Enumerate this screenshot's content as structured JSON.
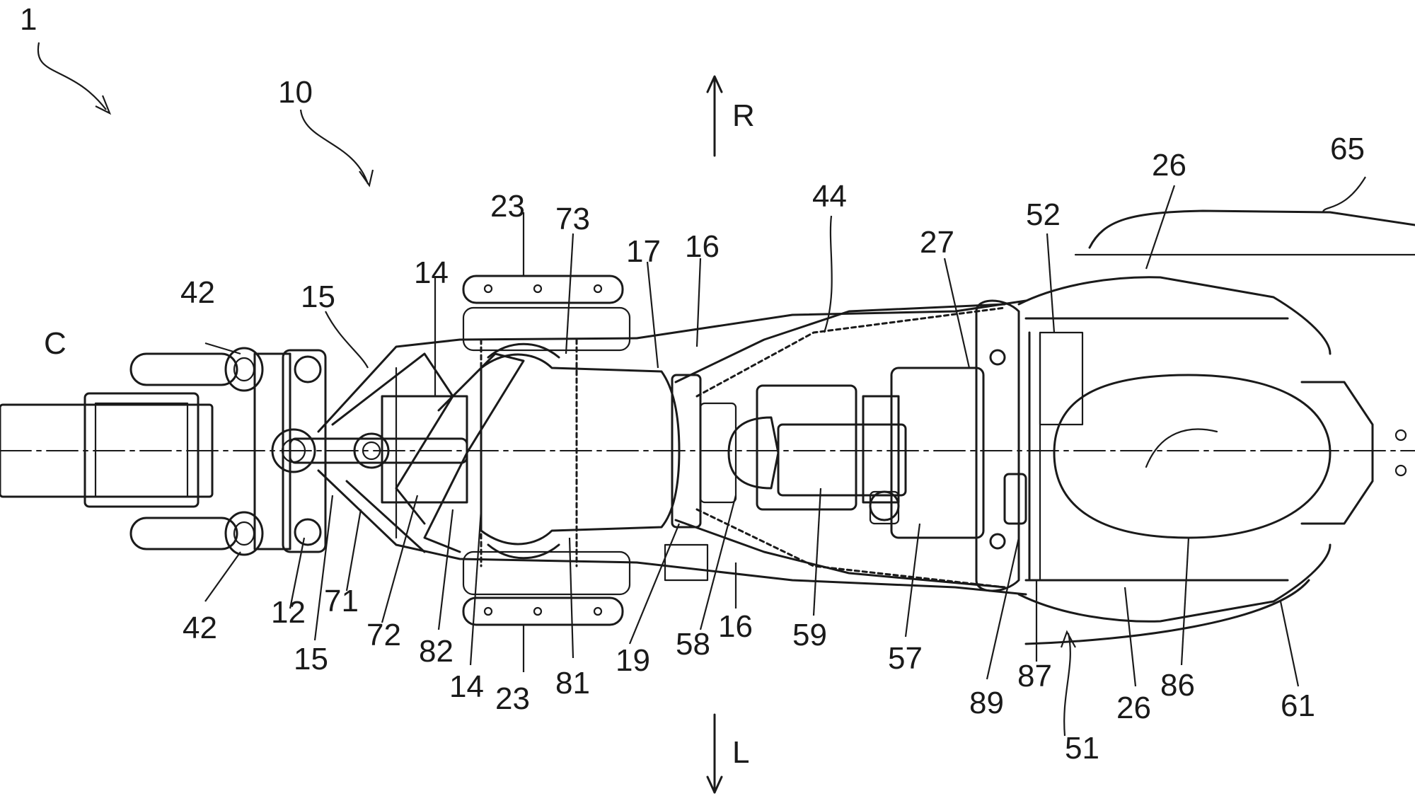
{
  "figure": {
    "labels": [
      {
        "id": "ref-1",
        "text": "1"
      },
      {
        "id": "ref-10",
        "text": "10"
      },
      {
        "id": "ref-C",
        "text": "C"
      },
      {
        "id": "ref-R",
        "text": "R"
      },
      {
        "id": "ref-L",
        "text": "L"
      },
      {
        "id": "ref-42a",
        "text": "42"
      },
      {
        "id": "ref-42b",
        "text": "42"
      },
      {
        "id": "ref-15a",
        "text": "15"
      },
      {
        "id": "ref-15b",
        "text": "15"
      },
      {
        "id": "ref-14a",
        "text": "14"
      },
      {
        "id": "ref-14b",
        "text": "14"
      },
      {
        "id": "ref-23a",
        "text": "23"
      },
      {
        "id": "ref-23b",
        "text": "23"
      },
      {
        "id": "ref-73",
        "text": "73"
      },
      {
        "id": "ref-17",
        "text": "17"
      },
      {
        "id": "ref-16a",
        "text": "16"
      },
      {
        "id": "ref-16b",
        "text": "16"
      },
      {
        "id": "ref-44",
        "text": "44"
      },
      {
        "id": "ref-27",
        "text": "27"
      },
      {
        "id": "ref-52",
        "text": "52"
      },
      {
        "id": "ref-26a",
        "text": "26"
      },
      {
        "id": "ref-26b",
        "text": "26"
      },
      {
        "id": "ref-65",
        "text": "65"
      },
      {
        "id": "ref-12",
        "text": "12"
      },
      {
        "id": "ref-71",
        "text": "71"
      },
      {
        "id": "ref-72",
        "text": "72"
      },
      {
        "id": "ref-82",
        "text": "82"
      },
      {
        "id": "ref-81",
        "text": "81"
      },
      {
        "id": "ref-19",
        "text": "19"
      },
      {
        "id": "ref-58",
        "text": "58"
      },
      {
        "id": "ref-59",
        "text": "59"
      },
      {
        "id": "ref-57",
        "text": "57"
      },
      {
        "id": "ref-89",
        "text": "89"
      },
      {
        "id": "ref-87",
        "text": "87"
      },
      {
        "id": "ref-51",
        "text": "51"
      },
      {
        "id": "ref-86",
        "text": "86"
      },
      {
        "id": "ref-61",
        "text": "61"
      }
    ]
  }
}
